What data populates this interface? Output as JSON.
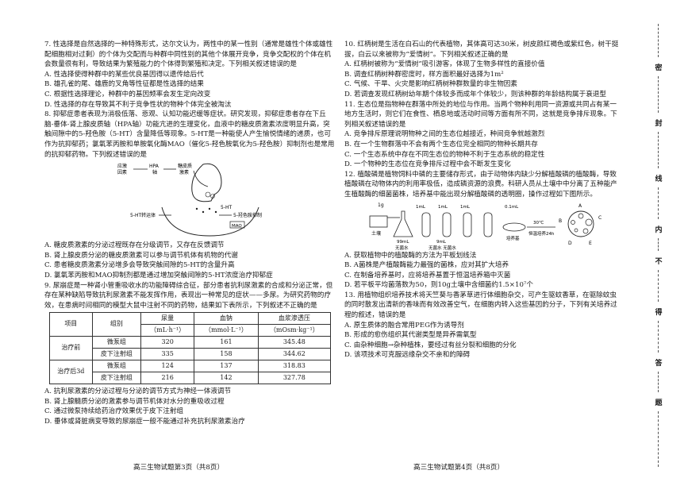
{
  "left": {
    "q7": {
      "stem": "7. 性选择是自然选择的一种特殊形式，达尔文认为，两性中的某一性别（通常是雄性个体或雄性配细胞相对过剩）的个体为交配而与种群中同性别的其他个体展开竞争，竞争交配权的个体在机会数量很有利，导致结果为繁殖能力的个体得到繁殖和决定。下列相关叙述错误的是",
      "options": [
        "A. 性选择使得种群中的某些优良基因得以遗传给后代",
        "B. 雄孔雀的尾、雄鹿的叉角等性征都是性选择的结果",
        "C. 根据性选择理论，种群中的基因频率会发生定向改变",
        "D. 性选择的存在导致其不利于竞争性状的物种个体完全被淘汰"
      ]
    },
    "q8": {
      "stem": "8. 抑郁症患者表现为消极低落、悲观、认知功能迟缓等症状。研究发现，抑郁症患者存在下丘脑-垂体-肾上腺皮质轴（HPA轴）功能亢进的生理变化，血液中的糖皮质激素浓度明显升高，突触间隙中的5-羟色胺（5-HT）含量降低等现象。5-HT是一种能使人产生愉悦情绪的递质，也可作为抗抑郁药；氯氧苯丙胺和单胺氧化酶MAO（催化5-羟色胺氧化为5-羟色胺）抑制剂也是常用的抗抑郁药物。下列叙述错误的是",
      "options": [
        "A. 糖皮质激素的分泌过程既存在分级调节，又存在反馈调节",
        "B. 肾上腺皮质分泌的糖皮质激素可以参与调节机体有机物的代谢",
        "C. 患者糖皮质激素分泌增多会导致突触间隙的5-HT的含量升高",
        "D. 氯氧苯丙胺和MAO抑制剂都是通过增加突触间隙的5-HT浓度治疗抑郁症"
      ],
      "diagram": {
        "stress": "应激",
        "stimulus": "因素",
        "hpa": "HPA",
        "axis": "轴",
        "hormone1": "糖皮质",
        "hormone2": "激素",
        "ht": "5-HT",
        "transporter": "5-HT转运体",
        "inhibitor": "5-羟色胺抑制",
        "mao": "MAO"
      }
    },
    "q9": {
      "stem": "9. 尿崩症是一种肾小管重吸收水的功能障碍综合征，部分患者抗利尿激素的合成和分泌正常，但存在某种缺陷导致抗利尿激素不能发挥作用，表现出一种常见的症状——多尿。为研究药物的疗效，在患病时间相同的模型大鼠中注射不同的药物，结果如下表所示，下列叙述不正确的是",
      "table": {
        "headers": [
          "项目",
          "组别",
          "尿量",
          "血钠",
          "血浆渗透压"
        ],
        "units": [
          "",
          "",
          "（mL·h⁻¹）",
          "（mmol·L⁻¹）",
          "（mOsm·kg⁻¹）"
        ],
        "rows": [
          [
            "治疗前",
            "微泵组",
            "320",
            "161",
            "345.48"
          ],
          [
            "",
            "皮下注射组",
            "335",
            "158",
            "344.62"
          ],
          [
            "治疗后3d",
            "微泵组",
            "124",
            "137",
            "318.83"
          ],
          [
            "",
            "皮下注射组",
            "216",
            "142",
            "327.78"
          ]
        ]
      },
      "options": [
        "A. 抗利尿激素的分泌过程与分泌的调节方式为神经一体液调节",
        "B. 肾上腺髓质分泌的激素参与调节机体对水分的重吸收过程",
        "C. 通过微泵持续给药治疗效果优于皮下注射组",
        "D. 垂体或肾脏病变导致的尿崩症一般不能通过补充抗利尿激素治疗"
      ]
    },
    "footer": "高三生物试题第3页（共8页）"
  },
  "right": {
    "q10": {
      "stem": "10. 红柄树是生活在白石山的代表植物，其体高可达30米，树皮颜红褐色或紫红色，树干挺拔，白云以来被称为“爱情树”。下列相关叙述正确的是",
      "options": [
        "A. 红柄树被称为“爱情树”吸引游客，体现了生物多样性的直接价值",
        "B. 调查红柄树种群密度时，样方面积最好选择为1m²",
        "C. 气候、干旱、火灾是影响红柄树种群数量的非生物因素",
        "D. 若调查发现红柄树幼年期个体较多而成年个体较少，则该种群的年龄结构属于衰退型"
      ]
    },
    "q11": {
      "stem": "11. 生态位是指物种在群落中所处的地位与作用。当两个物种利用同一资源或共同占有某一地方生活时，则它们在食性、栖息地或活动时间等方面有所不同，这就是竞争排斥现象。下列相关叙述错误的是",
      "options": [
        "A. 竞争排斥原理说明物种之间的生态位越接近，种间竞争就越激烈",
        "B. 在一个生物群落中不会有两个生态位完全相同的物种长期共存",
        "C. 一个生态系统中存在不同生态位的物种不利于生态系统的稳定性",
        "D. 一个物种的生态位在竞争排斥过程中会不断发生变化"
      ]
    },
    "q12": {
      "stem": "12. 植酸磷是植物饲料中磷的主要储存形式，由于动物体内缺少分解植酸磷的植酸酶，导致植酸磷在动物体内的利用率极低，造成磷资源的浪费。科研人员从土壤中中分离了五种能产生植酸酶的细菌菌株，培养基中能出现分解植酸磷的透明圈，操作过程如下图所示。",
      "diagram": {
        "soil": "土壤",
        "m1": "1g",
        "w1": "1mL",
        "w2": "1mL",
        "w3": "1mL",
        "w4": "0.1mL",
        "water": "99mL",
        "water2": "无菌水",
        "tubes": "9mL",
        "tubes2": "无菌水 无菌水",
        "incubate": "30℃",
        "time": "恒温培养24h",
        "plate": "培养基",
        "labels": [
          "A",
          "B",
          "C",
          "D",
          "E"
        ]
      },
      "options": [
        "A. 获取植物中的植酸酶的方法为平板划线法",
        "B. A菌株是产植酸酶能力最强的菌株，应对其扩大培养",
        "C. 在制备培养基时，应将培养基置于恒温培养箱中灭菌",
        "D. 若平板平均菌落数为50，则10g土壤中含细菌约1.5×10⁷个"
      ]
    },
    "q13": {
      "stem": "13. 用植物组织培养技术将天竺葵与香茅草进行体细胞杂交，可产生驱蚊香草，在驱除蚊虫的同时散发出清新的香味而有效改善空气，在细胞内转入这些基因的分子，下列有关培养过程的叙述，错误的是",
      "options": [
        "A. 原生质体的融合常用PEG作为诱导剂",
        "B. 形成的愈伤组织其代谢类型是异养需氧型",
        "C. 由杂种细胞→杂种植株，要经过有丝分裂和细胞的分化",
        "D. 该项技术可克服远缘杂交不亲和的障碍"
      ]
    },
    "footer": "高三生物试题第4页（共8页）"
  },
  "binding": [
    "密",
    "封",
    "线",
    "内",
    "不",
    "得",
    "答",
    "题"
  ]
}
